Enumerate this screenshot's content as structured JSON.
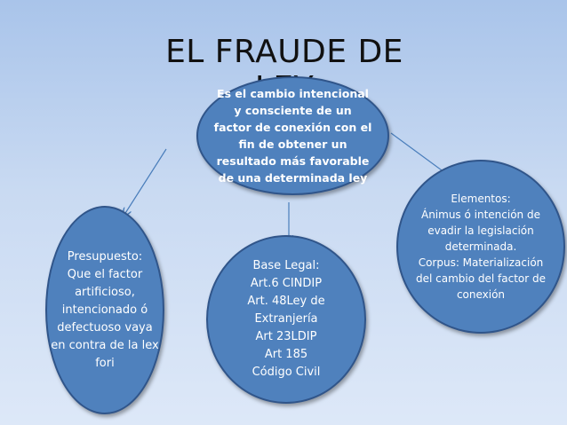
{
  "title": "EL FRAUDE DE LEY",
  "nodes": {
    "definition": "Es el cambio intencional\ny consciente  de un\nfactor de conexión con el\nfin de obtener un\nresultado más favorable\nde una determinada ley",
    "presupuesto": "Presupuesto:\nQue el  factor\nartificioso,\nintencionado ó\ndefectuoso vaya\nen contra de la lex\nfori",
    "base_legal": "Base Legal:\nArt.6 CINDIP\nArt. 48Ley  de\nExtranjería\nArt 23LDIP\nArt 185\nCódigo Civil",
    "elementos": "Elementos:\nÁnimus ó intención de\nevadir la legislación\ndeterminada.\nCorpus: Materialización\ndel cambio del factor de\nconexión"
  },
  "colors": {
    "node_fill": "#4f81bd",
    "node_border": "#30558a",
    "arrow": "#4a7ebb",
    "background_top": "#a9c4ea"
  }
}
